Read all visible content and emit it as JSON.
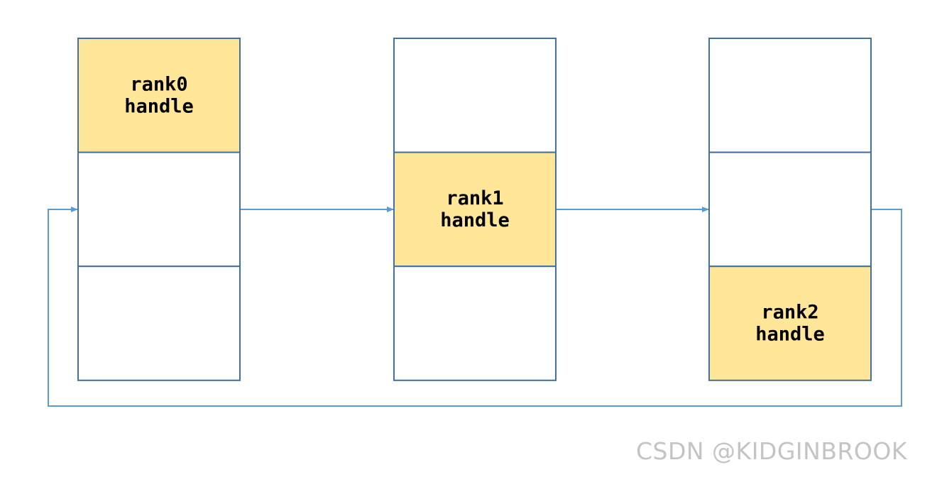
{
  "columns": [
    {
      "cells": [
        {
          "highlight": true,
          "lines": [
            "rank0",
            "handle"
          ]
        },
        {
          "highlight": false,
          "lines": []
        },
        {
          "highlight": false,
          "lines": []
        }
      ]
    },
    {
      "cells": [
        {
          "highlight": false,
          "lines": []
        },
        {
          "highlight": true,
          "lines": [
            "rank1",
            "handle"
          ]
        },
        {
          "highlight": false,
          "lines": []
        }
      ]
    },
    {
      "cells": [
        {
          "highlight": false,
          "lines": []
        },
        {
          "highlight": false,
          "lines": []
        },
        {
          "highlight": true,
          "lines": [
            "rank2",
            "handle"
          ]
        }
      ]
    }
  ],
  "colors": {
    "cell_border": "#41719C",
    "highlight_fill": "#FFE699",
    "ring_line": "#5B9BD5",
    "watermark": "#C4C4C4"
  },
  "watermark": "CSDN @KIDGINBROOK"
}
